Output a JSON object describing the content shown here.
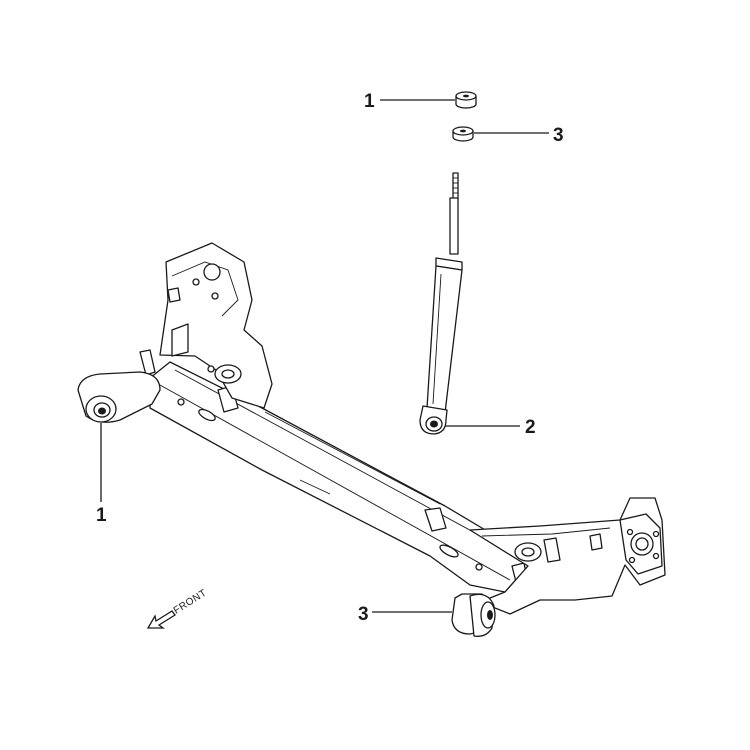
{
  "callouts": [
    {
      "id": "c1a",
      "label": "1"
    },
    {
      "id": "c1b",
      "label": "1"
    },
    {
      "id": "c2",
      "label": "2"
    },
    {
      "id": "c3a",
      "label": "3"
    },
    {
      "id": "c3b",
      "label": "3"
    }
  ],
  "direction_label": "FRONT"
}
